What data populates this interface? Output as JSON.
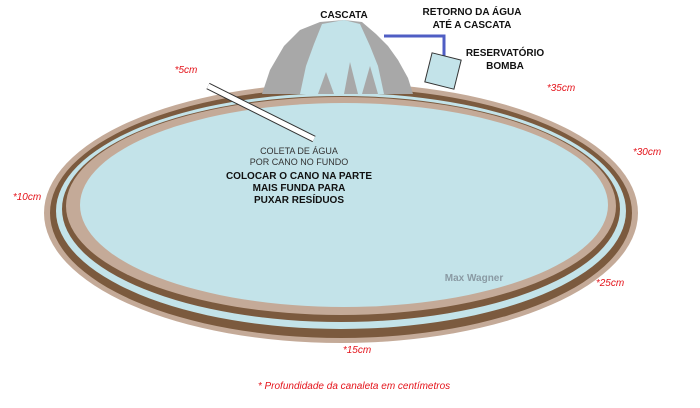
{
  "labels": {
    "cascata": "CASCATA",
    "retorno_line1": "RETORNO DA ÁGUA",
    "retorno_line2": "ATÉ A CASCATA",
    "reservatorio_line1": "RESERVATÓRIO",
    "reservatorio_line2": "BOMBA",
    "coleta_line1": "COLETA DE ÁGUA",
    "coleta_line2": "POR CANO NO FUNDO",
    "instr_line1": "COLOCAR O CANO NA PARTE",
    "instr_line2": "MAIS FUNDA PARA",
    "instr_line3": "PUXAR RESÍDUOS",
    "watermark": "Max Wagner",
    "caption": "* Profundidade da canaleta em centímetros"
  },
  "depths": {
    "d5": "*5cm",
    "d10": "*10cm",
    "d15": "*15cm",
    "d25": "*25cm",
    "d30": "*30cm",
    "d35": "*35cm"
  },
  "colors": {
    "water": "#c3e3e9",
    "border_tan": "#c4aa98",
    "border_brown": "#7b5a3e",
    "rock": "#a4a4a4",
    "pipe": "#4f5ec4",
    "label_red": "#e4141b"
  }
}
